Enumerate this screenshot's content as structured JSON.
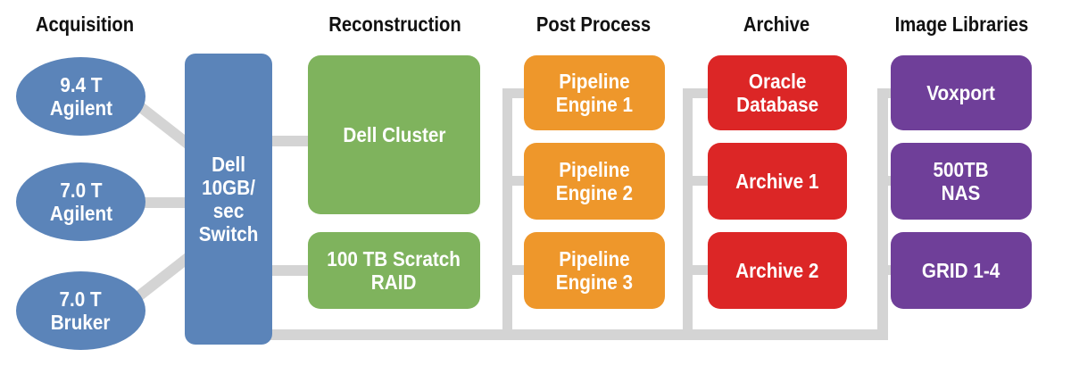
{
  "colors": {
    "acquisition": "#5b84b9",
    "switch": "#5b84b9",
    "reconstruction": "#7fb35d",
    "post_process": "#ee972b",
    "archive": "#dc2626",
    "image_libraries": "#6f3f99",
    "connector": "#d4d4d4"
  },
  "columns": {
    "acquisition": "Acquisition",
    "reconstruction": "Reconstruction",
    "post_process": "Post Process",
    "archive": "Archive",
    "image_libraries": "Image Libraries"
  },
  "acquisition": [
    {
      "label": "9.4 T\nAgilent"
    },
    {
      "label": "7.0 T\nAgilent"
    },
    {
      "label": "7.0 T\nBruker"
    }
  ],
  "switch": {
    "label": "Dell\n10GB/\nsec\nSwitch"
  },
  "reconstruction": [
    {
      "label": "Dell Cluster"
    },
    {
      "label": "100 TB Scratch\nRAID"
    }
  ],
  "post_process": [
    {
      "label": "Pipeline\nEngine 1"
    },
    {
      "label": "Pipeline\nEngine 2"
    },
    {
      "label": "Pipeline\nEngine 3"
    }
  ],
  "archive": [
    {
      "label": "Oracle\nDatabase"
    },
    {
      "label": "Archive 1"
    },
    {
      "label": "Archive 2"
    }
  ],
  "image_libraries": [
    {
      "label": "Voxport"
    },
    {
      "label": "500TB\nNAS"
    },
    {
      "label": "GRID 1-4"
    }
  ]
}
